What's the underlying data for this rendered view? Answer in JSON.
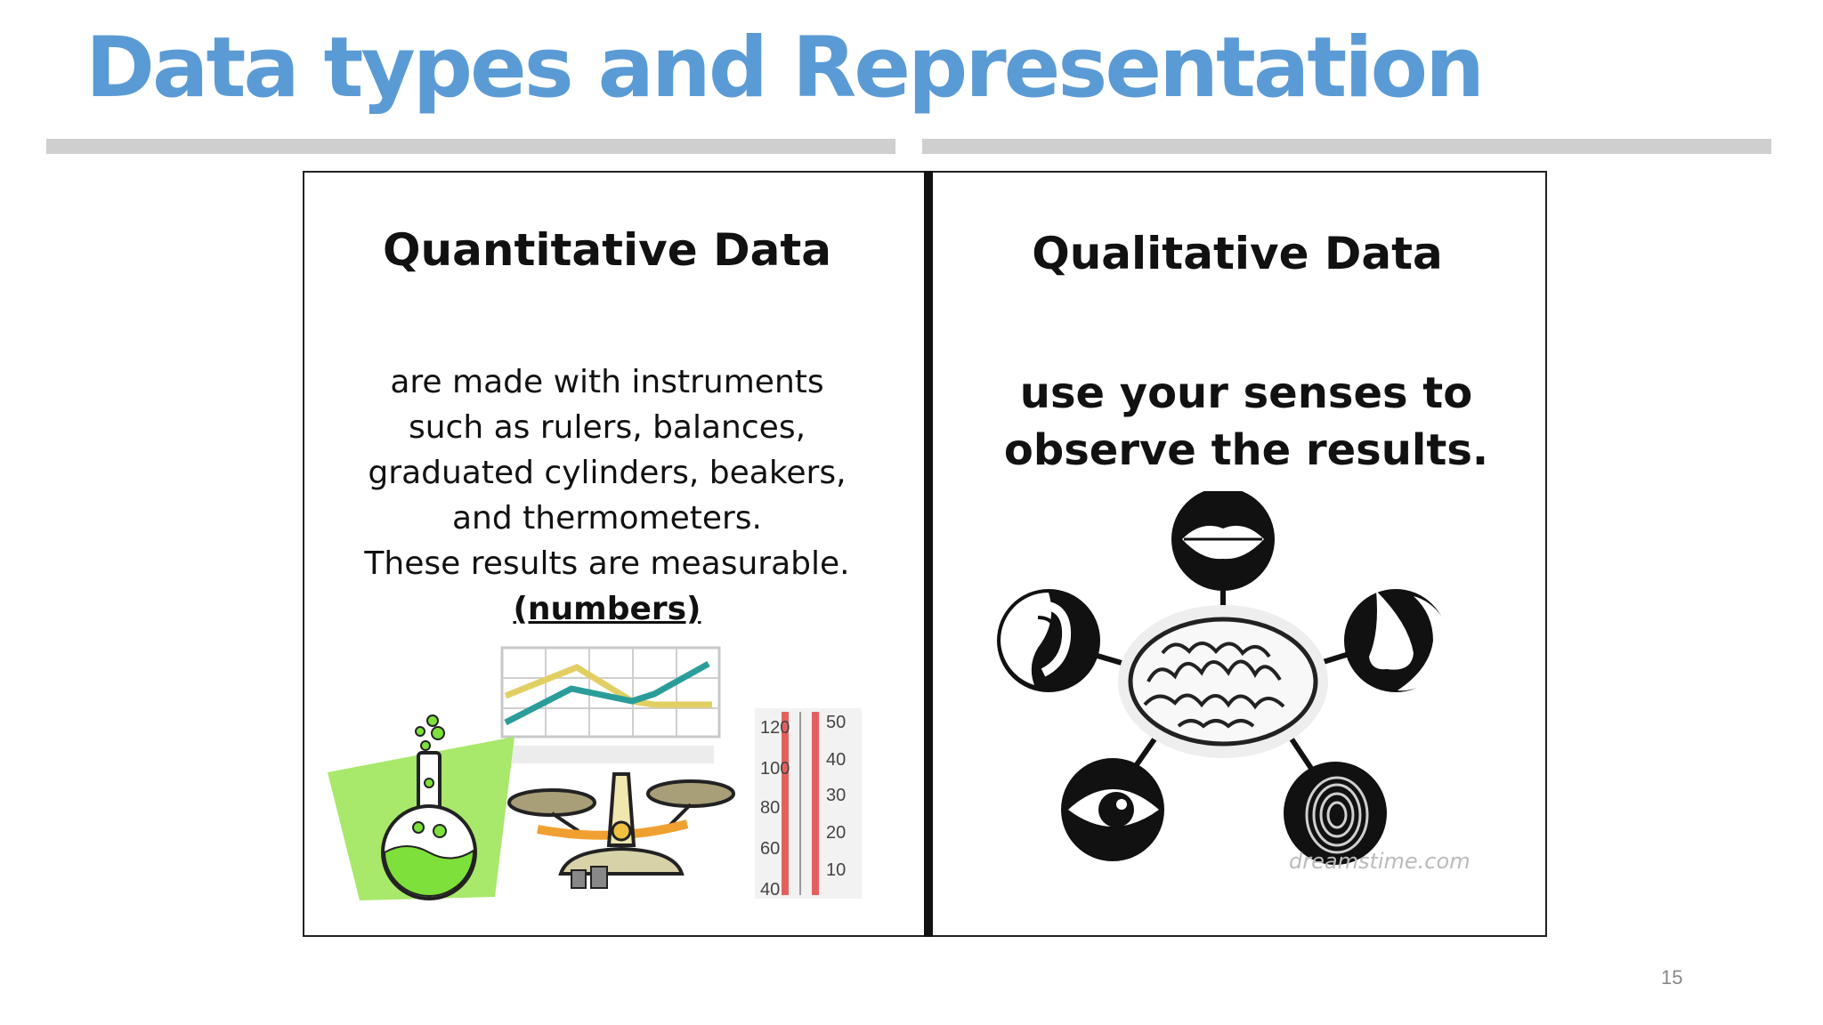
{
  "slide": {
    "title": "Data types and Representation",
    "page_number": "15"
  },
  "left_panel": {
    "heading": "Quantitative Data",
    "lines": [
      "are made with instruments",
      "such as rulers, balances,",
      "graduated cylinders, beakers,",
      "and thermometers.",
      "These results are measurable."
    ],
    "emphasis": "(numbers)",
    "thermometer_left_ticks": [
      "120",
      "100",
      "80",
      "60",
      "40"
    ],
    "thermometer_right_ticks": [
      "50",
      "40",
      "30",
      "20",
      "10"
    ]
  },
  "right_panel": {
    "heading": "Qualitative Data",
    "lines": [
      "use your senses to",
      "observe the results."
    ],
    "watermark": "dreamstime.com"
  },
  "icons": {
    "flask": "flask-icon",
    "chart": "line-chart-icon",
    "balance": "balance-scale-icon",
    "thermometer": "thermometer-icon",
    "brain": "brain-icon",
    "mouth": "mouth-icon",
    "ear": "ear-icon",
    "nose": "nose-icon",
    "eye": "eye-icon",
    "fingerprint": "fingerprint-icon"
  },
  "colors": {
    "title": "#5b9bd5",
    "rule": "#cfcfcf",
    "flask_liquid": "#7ee03a",
    "flask_backdrop": "#a8e86a",
    "chart_line_teal": "#2a9d9a",
    "chart_line_yellow": "#e2cf63"
  }
}
